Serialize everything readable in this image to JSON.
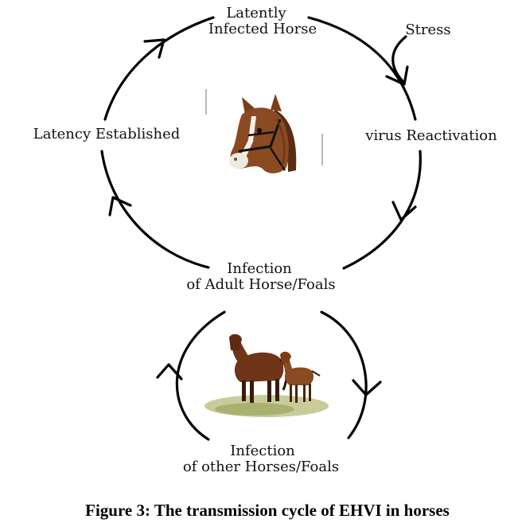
{
  "cycle": {
    "top": [
      "Latently",
      "Infected Horse"
    ],
    "stress": "Stress",
    "right": "virus Reactivation",
    "left": "Latency Established",
    "bottom": [
      "Infection",
      "of Adult Horse/Foals"
    ]
  },
  "secondary_cycle": {
    "bottom": [
      "Infection",
      "of other Horses/Foals"
    ]
  },
  "caption": "Figure 3: The transmission cycle of EHVI in horses",
  "colors": {
    "ink": "#111111",
    "horse_coat": "#8a4a22",
    "grass": "#9aa55a"
  }
}
